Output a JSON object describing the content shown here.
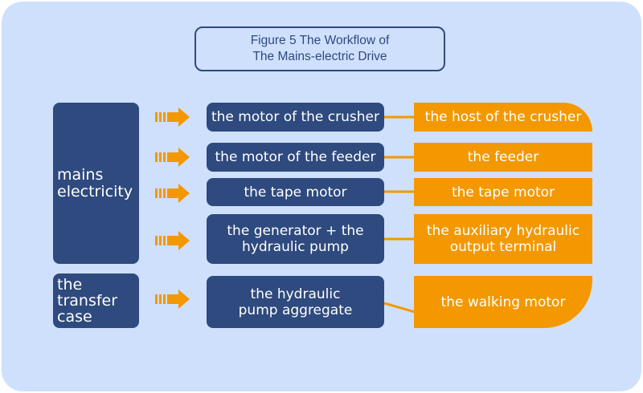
{
  "title": {
    "line1": "Figure 5 The Workflow of",
    "line2": "The Mains-electric Drive"
  },
  "sources": [
    {
      "label": "mains electricity"
    },
    {
      "label": "the transfer case"
    }
  ],
  "middle": [
    {
      "label": "the motor of the crusher"
    },
    {
      "label": "the motor of the feeder"
    },
    {
      "label": "the tape motor"
    },
    {
      "label": "the generator + the hydraulic pump"
    },
    {
      "label": "the hydraulic pump aggregate"
    }
  ],
  "outputs": [
    {
      "label": "the host of the crusher"
    },
    {
      "label": "the feeder"
    },
    {
      "label": "the tape motor"
    },
    {
      "label": "the auxiliary hydraulic output terminal"
    },
    {
      "label": "the walking motor"
    }
  ],
  "colors": {
    "background": "#cfe0fd",
    "blue": "#2e4a7e",
    "orange": "#f39800"
  }
}
